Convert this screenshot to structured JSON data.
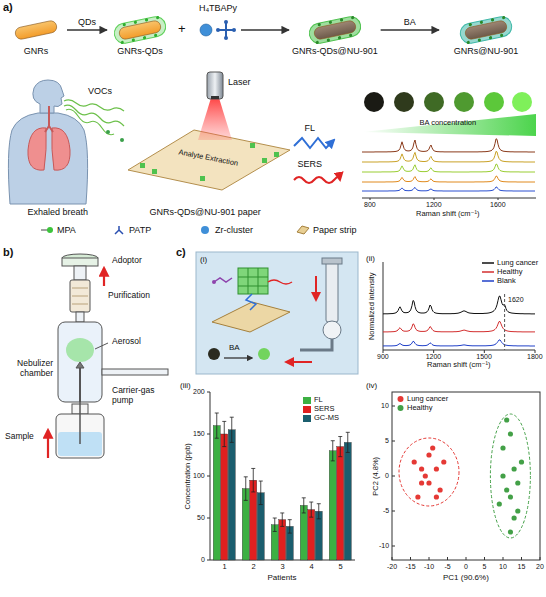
{
  "diagram": {
    "nodes": [
      {
        "text": [
          "GNRs"
        ]
      },
      {
        "text": [
          "GNRs-QDs"
        ]
      },
      {
        "text": [
          "H₄TBAPy"
        ]
      },
      {
        "text": [
          "GNRs-QDs@NU-901"
        ]
      },
      {
        "text": [
          "GNRs@NU-901"
        ]
      }
    ],
    "edges": [
      {
        "from": 0,
        "to": 1,
        "label": "QDs",
        "arrow": "to"
      },
      {
        "from": 2,
        "to": 3,
        "arrow": "to"
      },
      {
        "from": 3,
        "to": 4,
        "label": "BA",
        "arrow": "to"
      }
    ],
    "labels": [
      "a)",
      "+",
      "Laser",
      "VOCs",
      "Analyte Extraction",
      "FL",
      "SERS",
      "BA concentration",
      "Exhaled breath",
      "GNRs-QDs@NU-901 paper",
      "800",
      "1200",
      "1600",
      "Raman shift (cm⁻¹)",
      "b)",
      "Adoptor",
      "Purification",
      "Aerosol",
      "Nebulizer chamber",
      "Carrier-gas pump",
      "Sample",
      "c)",
      "(i)",
      "BA",
      "(ii)",
      "1620",
      "900",
      "1200",
      "1500",
      "1800",
      "Raman shift (cm⁻¹)",
      "Normalized intensity",
      "(iii)",
      "Concentration (ppb)",
      "0",
      "50",
      "100",
      "150",
      "200",
      "1",
      "2",
      "3",
      "4",
      "5",
      "Patients",
      "(iv)",
      "PC2 (4.8%)",
      "PC1 (90.6%)",
      "-20",
      "-15",
      "-10",
      "-5",
      "0",
      "5",
      "10",
      "15",
      "20",
      "-10",
      "-5",
      "0",
      "5",
      "10"
    ],
    "legend": [
      {
        "text": "MPA"
      },
      {
        "text": "PATP"
      },
      {
        "text": "Zr-cluster"
      },
      {
        "text": "Paper strip"
      },
      {
        "text": "Lung cancer"
      },
      {
        "text": "Healthy"
      },
      {
        "text": "Blank"
      },
      {
        "text": "FL",
        "color": "#3cb043"
      },
      {
        "text": "SERS",
        "color": "#e02020"
      },
      {
        "text": "GC-MS",
        "color": "#1b5e6e"
      },
      {
        "text": "Lung cancer"
      },
      {
        "text": "Healthy"
      }
    ]
  }
}
